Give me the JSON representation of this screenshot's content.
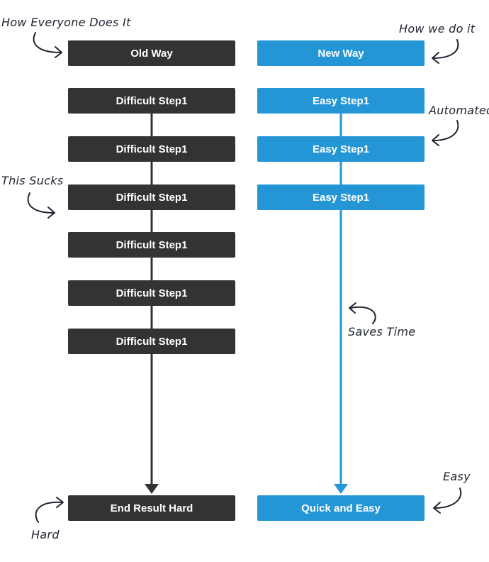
{
  "colors": {
    "old_box": "#333333",
    "new_box": "#2596d5",
    "annotation": "#1e2330"
  },
  "old_way": {
    "header": "Old Way",
    "steps": [
      "Difficult Step1",
      "Difficult Step1",
      "Difficult Step1",
      "Difficult Step1",
      "Difficult Step1",
      "Difficult Step1"
    ],
    "result": "End Result Hard"
  },
  "new_way": {
    "header": "New Way",
    "steps": [
      "Easy Step1",
      "Easy Step1",
      "Easy Step1"
    ],
    "result": "Quick and Easy"
  },
  "annotations": {
    "how_everyone": "How Everyone Does It",
    "how_we": "How we do it",
    "automated": "Automated",
    "this_sucks": "This Sucks",
    "saves_time": "Saves Time",
    "easy": "Easy",
    "hard": "Hard"
  },
  "icons": {
    "annotation_arrow": "curved-arrow-icon",
    "flow_arrow": "arrowhead-down-icon"
  }
}
